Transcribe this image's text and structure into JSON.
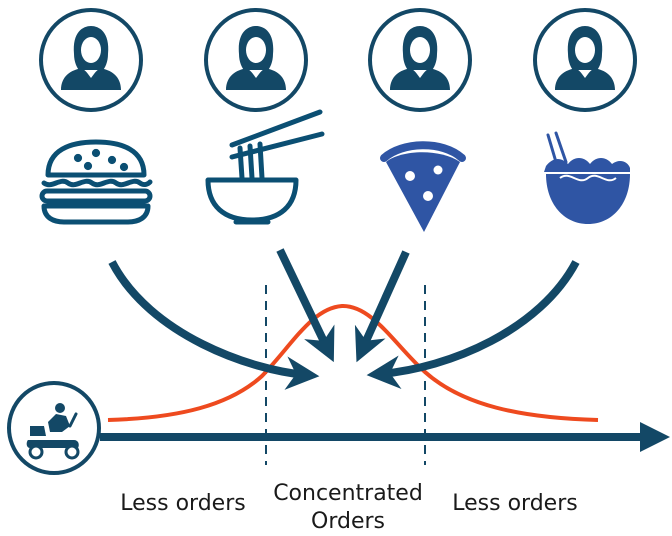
{
  "colors": {
    "navy": "#134866",
    "bell_curve": "#ee4a1f",
    "food_outline": "#0b4f73",
    "food_fill": "#2f55a4",
    "divider": "#134866"
  },
  "customers": [
    {
      "icon": "customer-avatar-icon"
    },
    {
      "icon": "customer-avatar-icon"
    },
    {
      "icon": "customer-avatar-icon"
    },
    {
      "icon": "customer-avatar-icon"
    }
  ],
  "foods": [
    {
      "icon": "burger-icon"
    },
    {
      "icon": "noodle-bowl-icon"
    },
    {
      "icon": "pizza-slice-icon"
    },
    {
      "icon": "ramen-bowl-icon"
    }
  ],
  "courier": {
    "icon": "delivery-scooter-icon"
  },
  "labels": {
    "left": "Less orders",
    "center_line1": "Concentrated",
    "center_line2": "Orders",
    "right": "Less orders"
  }
}
